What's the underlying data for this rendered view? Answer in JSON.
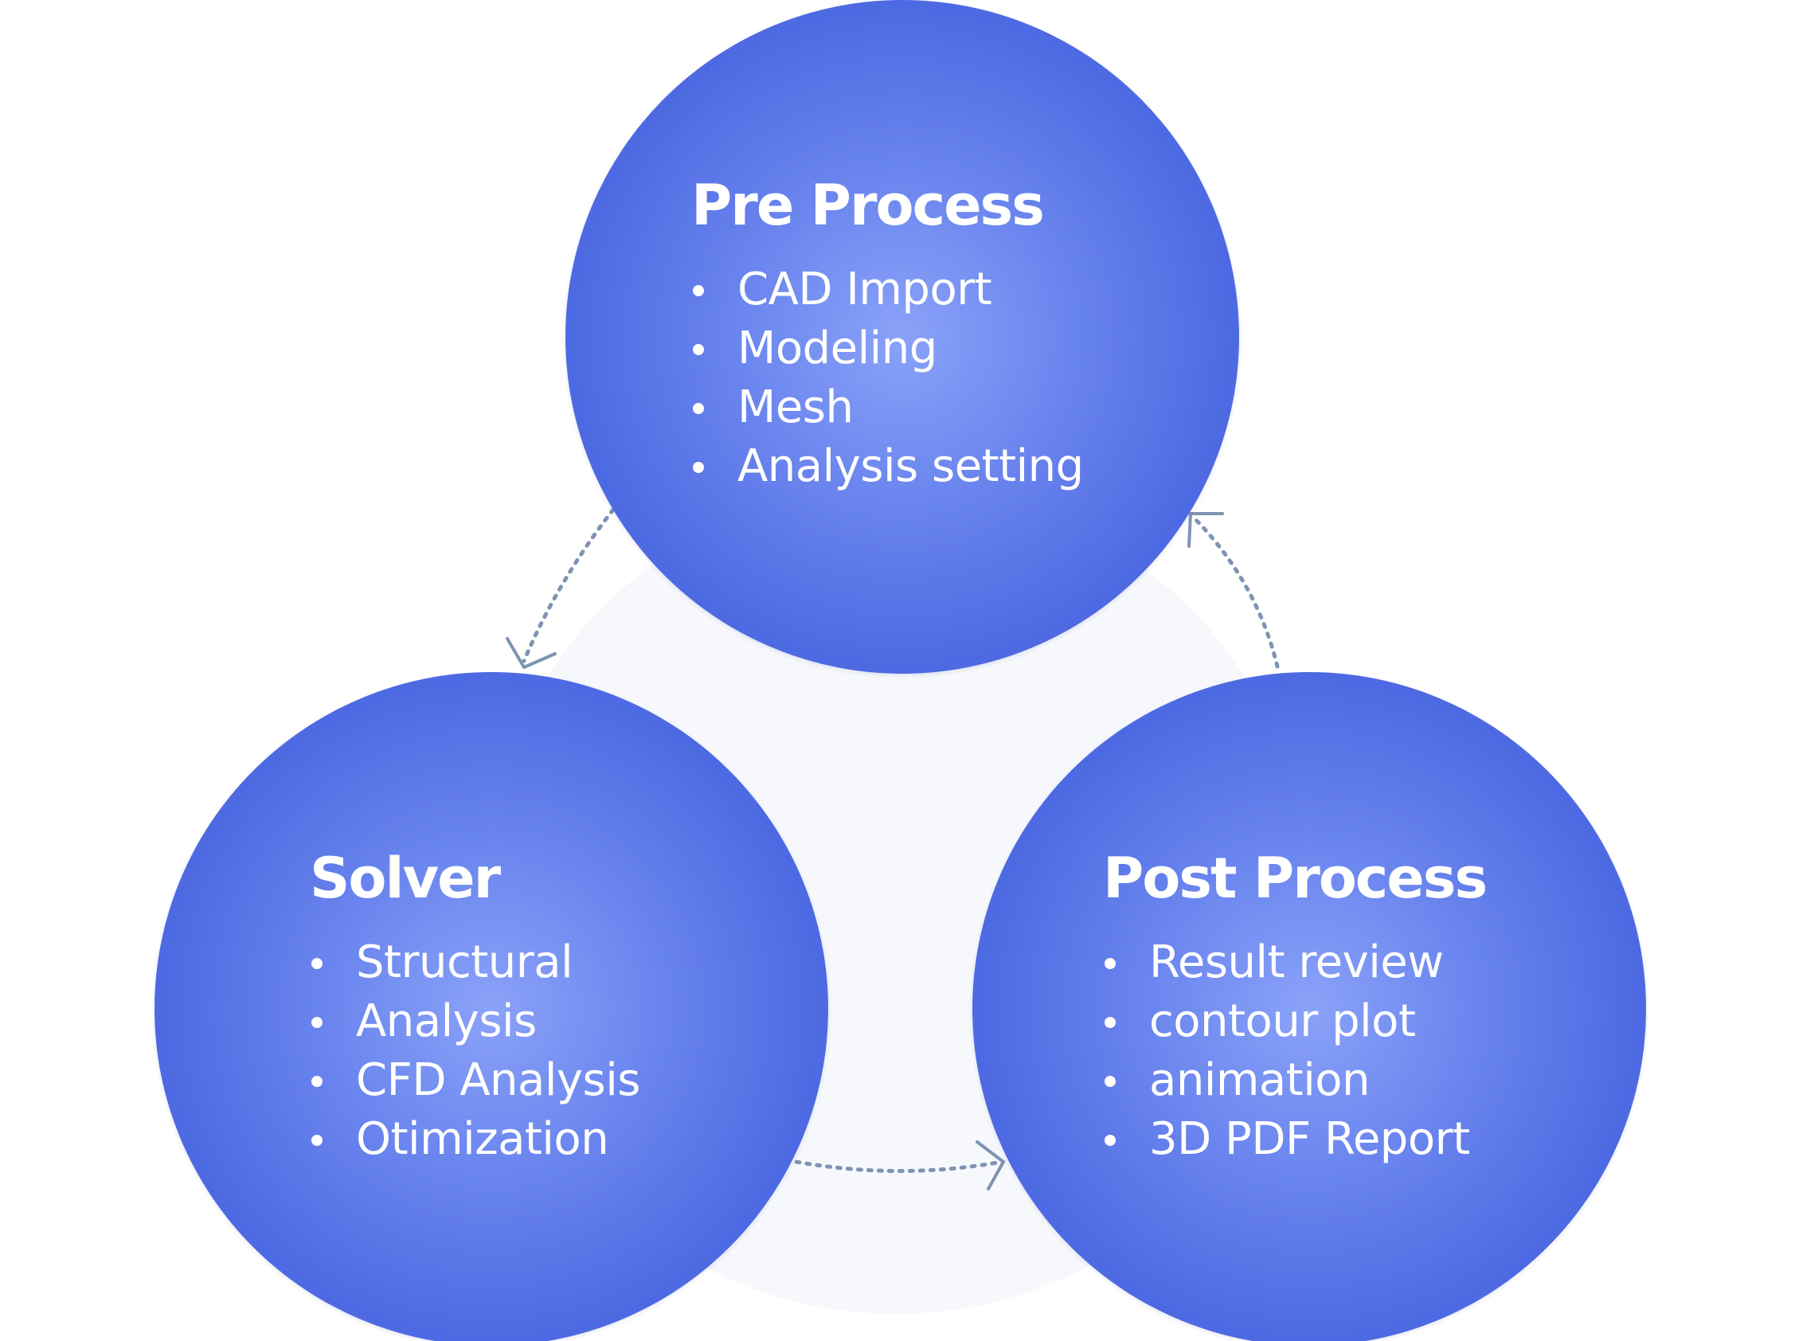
{
  "diagram": {
    "colors": {
      "circle_center": "#8aa2f8",
      "circle_edge": "#3f5cdb",
      "text": "#ffffff",
      "cycle_background": "#f6f8fc",
      "connector": "#7f93b3"
    },
    "stages": [
      {
        "id": "pre-process",
        "title": "Pre Process",
        "items": [
          "CAD Import",
          "Modeling",
          "Mesh",
          "Analysis setting"
        ]
      },
      {
        "id": "solver",
        "title": "Solver",
        "items": [
          "Structural",
          "Analysis",
          "CFD Analysis",
          "Otimization"
        ]
      },
      {
        "id": "post-process",
        "title": "Post Process",
        "items": [
          "Result review",
          "contour plot",
          "animation",
          "3D PDF Report"
        ]
      }
    ],
    "flow": [
      {
        "from": "pre-process",
        "to": "solver",
        "style": "dotted-arrow"
      },
      {
        "from": "solver",
        "to": "post-process",
        "style": "dotted-arrow"
      },
      {
        "from": "post-process",
        "to": "pre-process",
        "style": "dotted-arrow"
      }
    ]
  }
}
